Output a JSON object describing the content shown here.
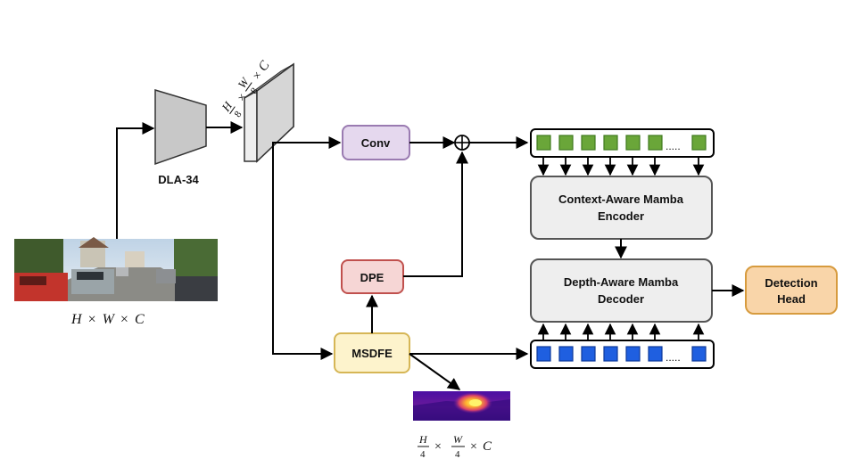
{
  "diagram": {
    "backbone_label": "DLA-34",
    "input_dims": {
      "a": "H",
      "op1": "×",
      "b": "W",
      "op2": "×",
      "c": "C"
    },
    "feature_dims": {
      "num1": "H",
      "den1": "8",
      "op1": "×",
      "num2": "W",
      "den2": "8",
      "op2": "×",
      "c": "C"
    },
    "depth_dims": {
      "num1": "H",
      "den1": "4",
      "op1": "×",
      "num2": "W",
      "den2": "4",
      "op2": "×",
      "c": "C"
    },
    "nodes": {
      "conv": "Conv",
      "dpe": "DPE",
      "msdfe": "MSDFE",
      "encoder_line1": "Context-Aware Mamba",
      "encoder_line2": "Encoder",
      "decoder_line1": "Depth-Aware Mamba",
      "decoder_line2": "Decoder",
      "head_line1": "Detection",
      "head_line2": "Head",
      "ellipsis": "....."
    },
    "colors": {
      "conv_fill": "#e5d8ee",
      "conv_stroke": "#9a7bb1",
      "dpe_fill": "#f6d6d5",
      "dpe_stroke": "#c0504d",
      "msdfe_fill": "#fdf3cc",
      "msdfe_stroke": "#d6b656",
      "head_fill": "#f9d5a9",
      "head_stroke": "#d79b3e",
      "mamba_fill": "#eeeeee",
      "mamba_stroke": "#555555",
      "context_token": "#6aa639",
      "depth_token": "#1f5fe0"
    }
  }
}
